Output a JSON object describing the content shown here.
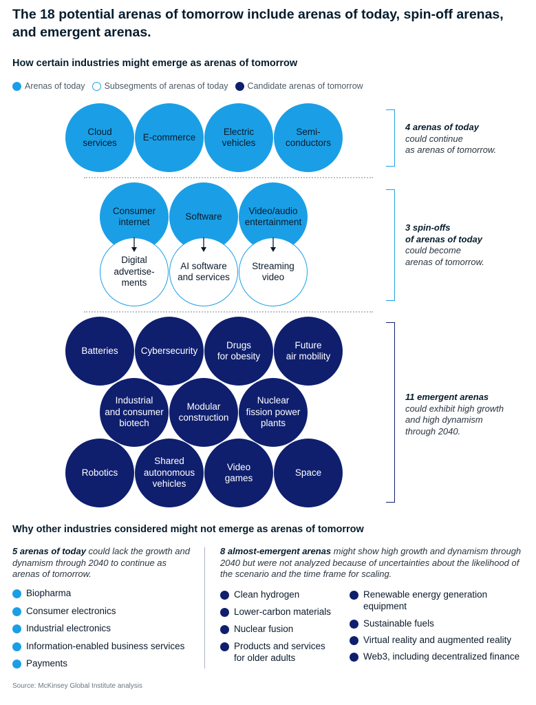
{
  "title": "The 18 potential arenas of tomorrow include arenas of today, spin-off arenas, and emergent arenas.",
  "subtitle": "How certain industries might emerge as arenas of tomorrow",
  "legend": {
    "today": "Arenas of today",
    "sub": "Subsegments of arenas of today",
    "cand": "Candidate arenas of tomorrow"
  },
  "colors": {
    "today": "#1a9fe6",
    "candidate": "#0f1f6e",
    "subsegment_border": "#1a9fe6"
  },
  "arenas_today": [
    "Cloud\nservices",
    "E-commerce",
    "Electric\nvehicles",
    "Semi-\nconductors"
  ],
  "spinoffs": {
    "parents": [
      "Consumer\ninternet",
      "Software",
      "Video/audio\nentertainment"
    ],
    "children": [
      "Digital\nadvertise-\nments",
      "AI software\nand services",
      "Streaming\nvideo"
    ]
  },
  "emergent": {
    "row1": [
      "Batteries",
      "Cybersecurity",
      "Drugs\nfor obesity",
      "Future\nair mobility"
    ],
    "row2": [
      "Industrial\nand consumer\nbiotech",
      "Modular\nconstruction",
      "Nuclear\nfission power\nplants"
    ],
    "row3": [
      "Robotics",
      "Shared\nautonomous\nvehicles",
      "Video\ngames",
      "Space"
    ]
  },
  "notes": {
    "today_bold": "4 arenas of today",
    "today_rest": "could continue\nas arenas of tomorrow.",
    "spin_bold": "3 spin-offs\nof arenas of today",
    "spin_rest": "could become\narenas of tomorrow.",
    "emergent_bold": "11 emergent arenas",
    "emergent_rest": "could exhibit high growth\nand high dynamism\nthrough 2040."
  },
  "section2": "Why other industries considered might not emerge as arenas of tomorrow",
  "left_col": {
    "head_bold": "5 arenas of today",
    "head_rest": " could lack the growth and dynamism through 2040 to continue as arenas of tomorrow.",
    "items": [
      "Biopharma",
      "Consumer electronics",
      "Industrial electronics",
      "Information-enabled business services",
      "Payments"
    ]
  },
  "right_col": {
    "head_bold": "8 almost-emergent arenas",
    "head_rest": " might show high growth and dynamism through 2040 but were not analyzed because of uncertainties about the likelihood of the scenario and the time frame for scaling.",
    "items_a": [
      "Clean hydrogen",
      "Lower-carbon materials",
      "Nuclear fusion",
      "Products and services\nfor older adults"
    ],
    "items_b": [
      "Renewable energy generation\nequipment",
      "Sustainable fuels",
      "Virtual reality and augmented reality",
      "Web3, including decentralized finance"
    ]
  },
  "source": "Source: McKinsey Global Institute analysis"
}
